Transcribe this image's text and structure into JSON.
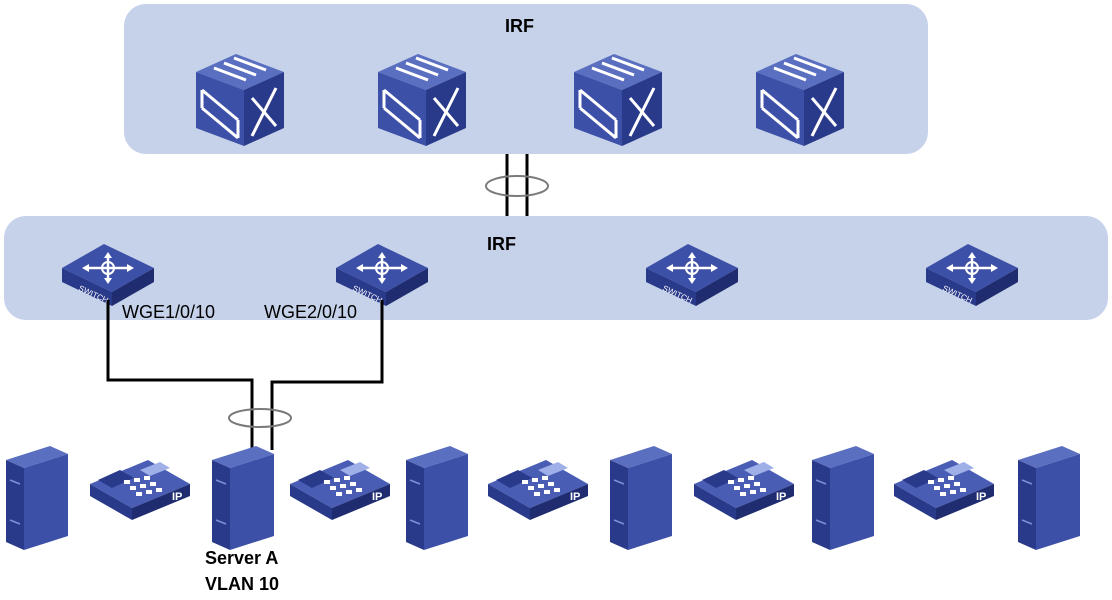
{
  "top_group": {
    "label": "IRF",
    "device_count": 4,
    "device_type": "core-switch-icon"
  },
  "bottom_group": {
    "label": "IRF",
    "device_count": 4,
    "device_type": "access-switch-icon",
    "switch_text": "SWITCH"
  },
  "ports": {
    "left": "WGE1/0/10",
    "right": "WGE2/0/10"
  },
  "endpoints": {
    "servers": 6,
    "ip_phones": 5,
    "phone_text": "IP"
  },
  "server_a": {
    "name": "Server A",
    "vlan": "VLAN 10"
  },
  "colors": {
    "group_fill": "#c5d2ea",
    "device_dark": "#2a3a8a",
    "device_mid": "#3d50a8",
    "device_light": "#5a6fc0",
    "line": "#000000",
    "ring": "#7a7a7a"
  }
}
